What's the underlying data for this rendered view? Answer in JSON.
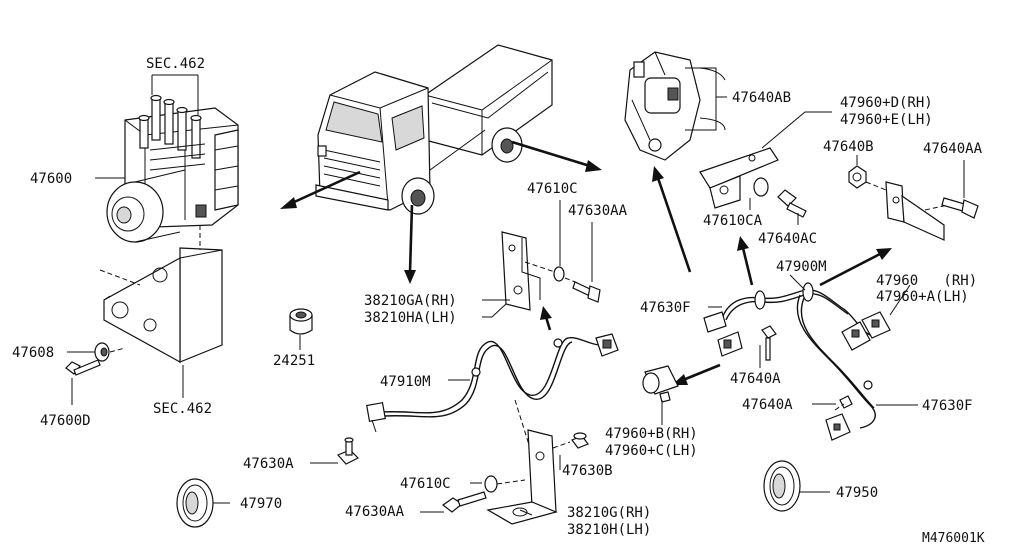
{
  "diagram_id": "M476001K",
  "labels": {
    "sec462_top": "SEC.462",
    "p47600": "47600",
    "p47608": "47608",
    "p47600D": "47600D",
    "sec462_bottom": "SEC.462",
    "p24251": "24251",
    "p47910M": "47910M",
    "p47630A": "47630A",
    "p47970": "47970",
    "p47630AA_bottom": "47630AA",
    "p47610C_bottom": "47610C",
    "p47630B": "47630B",
    "p38210G_RH": "38210G(RH)",
    "p38210H_LH": "38210H(LH)",
    "p38210GA_RH": "38210GA(RH)",
    "p38210HA_LH": "38210HA(LH)",
    "p47610C_top": "47610C",
    "p47630AA_top": "47630AA",
    "p47640AB": "47640AB",
    "p47960D_RH": "47960+D(RH)",
    "p47960E_LH": "47960+E(LH)",
    "p47640B": "47640B",
    "p47640AA": "47640AA",
    "p47610CA": "47610CA",
    "p47640AC": "47640AC",
    "p47900M": "47900M",
    "p47960_RH": "47960   (RH)",
    "p47960A_LH": "47960+A(LH)",
    "p47630F_left": "47630F",
    "p47640A_mid": "47640A",
    "p47960B_RH": "47960+B(RH)",
    "p47960C_LH": "47960+C(LH)",
    "p47640A_low": "47640A",
    "p47630F_right": "47630F",
    "p47950": "47950"
  }
}
